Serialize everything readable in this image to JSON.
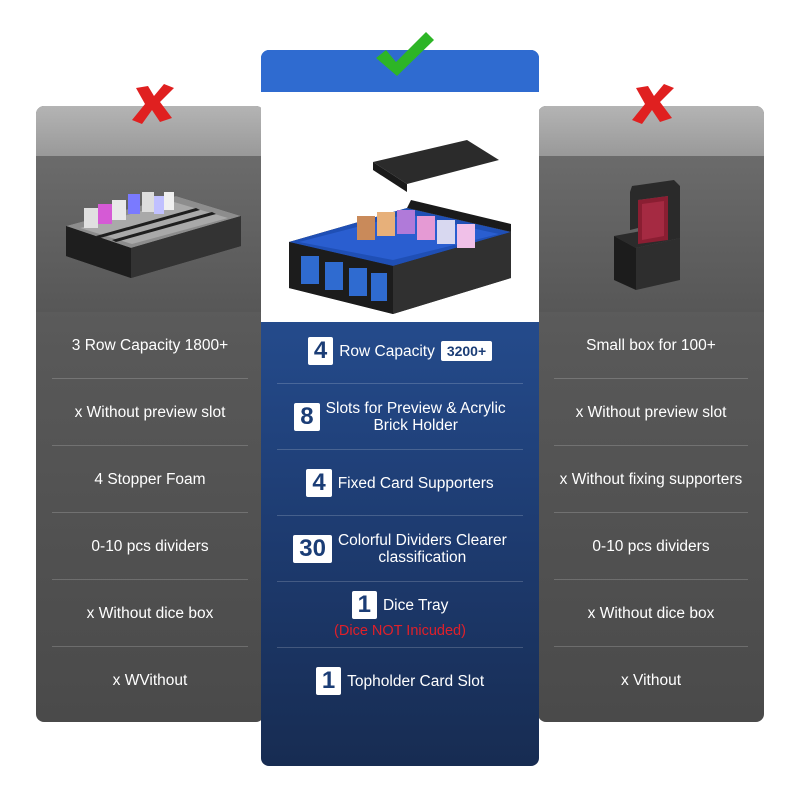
{
  "left_column": {
    "rows": [
      "3 Row Capacity 1800+",
      "x Without preview slot",
      "4 Stopper Foam",
      "0-10 pcs dividers",
      "x Without dice box",
      "x WVithout"
    ]
  },
  "middle_column": {
    "rows": [
      {
        "number": "4",
        "text_line1": "Row Capacity",
        "text_line2": "",
        "badge": "3200+"
      },
      {
        "number": "8",
        "text_line1": "Slots for Preview & Acrylic",
        "text_line2": "Brick Holder"
      },
      {
        "number": "4",
        "text_line1": "Fixed Card Supporters",
        "text_line2": ""
      },
      {
        "number": "30",
        "text_line1": "Colorful Dividers Clearer",
        "text_line2": "classification"
      },
      {
        "number": "1",
        "text_line1": "Dice Tray",
        "text_line2": "",
        "note": "(Dice NOT Inicuded)"
      },
      {
        "number": "1",
        "text_line1": "Topholder Card Slot",
        "text_line2": ""
      }
    ]
  },
  "right_column": {
    "rows": [
      "Small box for 100+",
      "x Without preview slot",
      "x Without fixing supporters",
      "0-10 pcs dividers",
      "x Without dice box",
      "x Vithout"
    ]
  },
  "icons": {
    "left_mark": "red-x-icon",
    "middle_mark": "green-check-icon",
    "right_mark": "red-x-icon"
  },
  "colors": {
    "check_green": "#2db526",
    "cross_red": "#e02020",
    "mid_blue": "#2f6bd0",
    "note_red": "#e0202a"
  }
}
